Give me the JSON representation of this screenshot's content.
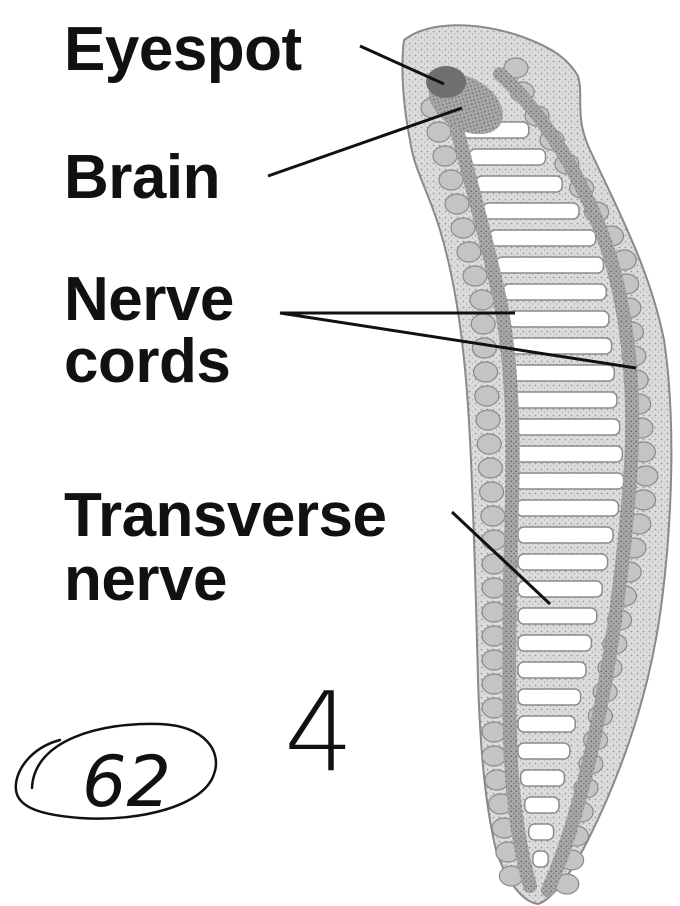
{
  "labels": {
    "eyespot": "Eyespot",
    "brain": "Brain",
    "nerve_cords_line1": "Nerve",
    "nerve_cords_line2": "cords",
    "transverse_line1": "Transverse",
    "transverse_line2": "nerve"
  },
  "handwriting": {
    "circled_number": "62",
    "number": "4"
  },
  "colors": {
    "label_text": "#111111",
    "leader_line": "#111111",
    "body_fill": "#d9d9d9",
    "body_outline": "#7a7a7a",
    "cell_fill": "#bdbdbd",
    "nerve_cord": "#5a5a5a",
    "transverse_fill": "#ffffff"
  }
}
